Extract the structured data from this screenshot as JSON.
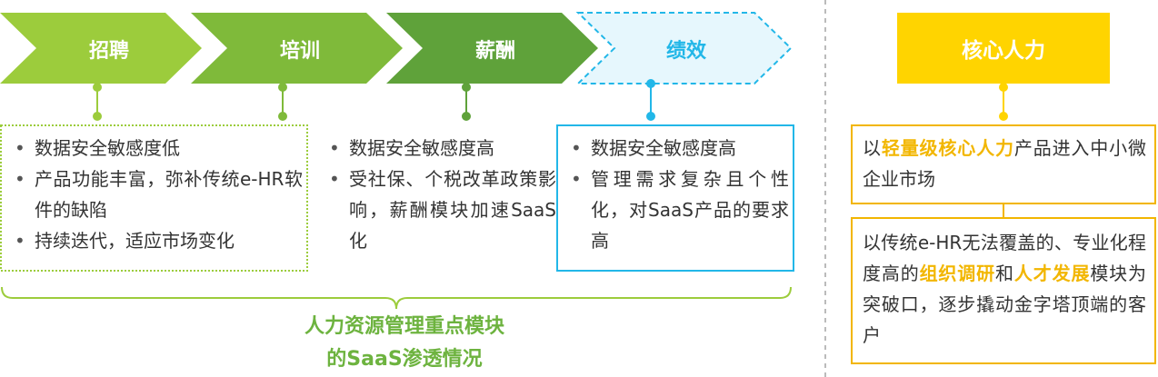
{
  "colors": {
    "recruit": "#9ccc3c",
    "training": "#7fba3a",
    "salary": "#5fa23a",
    "performance_border": "#22b7e8",
    "performance_fill": "#e6f7fd",
    "core": "#ffd400",
    "core_border": "#f2b600",
    "highlight": "#f2b600",
    "caption": "#6db33f"
  },
  "modules": [
    {
      "label": "招聘"
    },
    {
      "label": "培训"
    },
    {
      "label": "薪酬"
    },
    {
      "label": "绩效"
    }
  ],
  "boxes": {
    "recruit_training": [
      "数据安全敏感度低",
      "产品功能丰富，弥补传统e-HR软件的缺陷",
      "持续迭代，适应市场变化"
    ],
    "salary": [
      "数据安全敏感度高",
      "受社保、个税改革政策影响，薪酬模块加速SaaS化"
    ],
    "performance": [
      "数据安全敏感度高",
      "管理需求复杂且个性化，对SaaS产品的要求高"
    ]
  },
  "caption": {
    "line1": "人力资源管理重点模块",
    "line2": "的SaaS渗透情况"
  },
  "core": {
    "title": "核心人力",
    "box1": {
      "p1": "以",
      "h1": "轻量级核心人力",
      "p2": "产品进入中小微企业市场"
    },
    "box2": {
      "p1": "以传统e-HR无法覆盖的、专业化程度高的",
      "h1": "组织调研",
      "p2": "和",
      "h2": "人才发展",
      "p3": "模块为突破口，逐步撬动金字塔顶端的客户"
    }
  }
}
